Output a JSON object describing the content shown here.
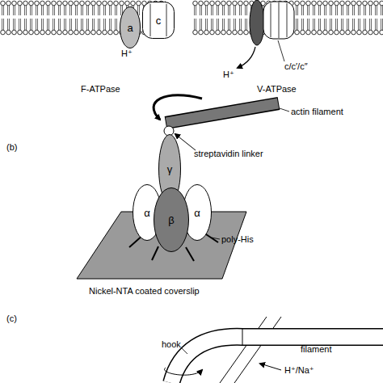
{
  "diagram": {
    "nodes": [
      {
        "text": [
          "a"
        ]
      },
      {
        "text": [
          "c"
        ]
      },
      {
        "text": [
          "γ"
        ]
      },
      {
        "text": [
          "α"
        ]
      },
      {
        "text": [
          "β"
        ]
      },
      {
        "text": [
          "α"
        ]
      }
    ],
    "labels": [
      "F-ATPase",
      "V-ATPase",
      "H⁺",
      "H⁺",
      "c/c′/c″",
      "(b)",
      "actin filament",
      "streptavidin linker",
      "poly-His",
      "Nickel-NTA coated coverslip",
      "(c)",
      "hook",
      "filament",
      "H⁺/Na⁺"
    ]
  }
}
